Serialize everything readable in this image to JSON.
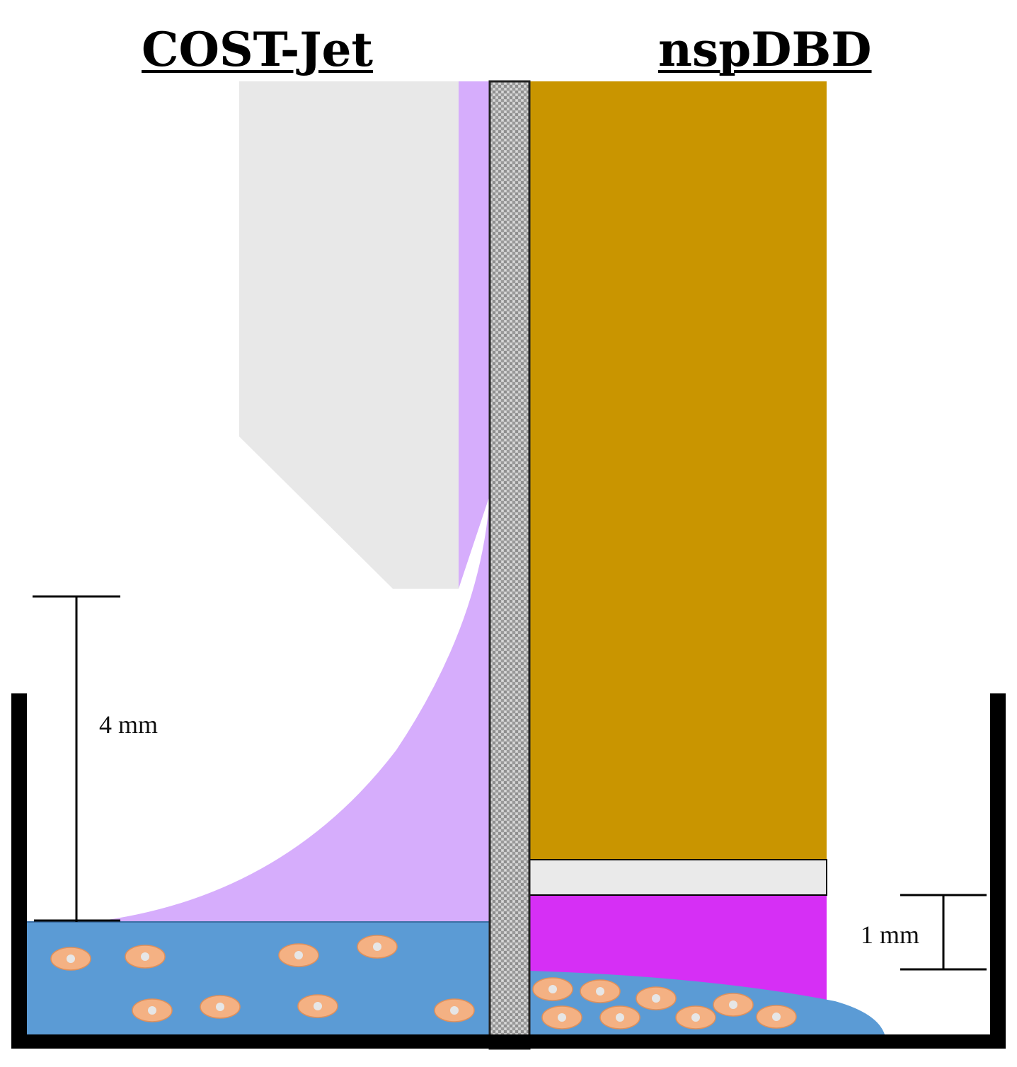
{
  "titles": {
    "left": "COST-Jet",
    "right": "nspDBD"
  },
  "dimensions": {
    "jet_gap": "4 mm",
    "dbd_gap": "1 mm"
  },
  "colors": {
    "jet_housing": "#e8e8e8",
    "jet_plasma": "#d6adfc",
    "divider": "#bdbdbd",
    "dbd_electrode": "#c99500",
    "dbd_dielectric": "#eaeaea",
    "dbd_plasma": "#d62ff5",
    "liquid": "#5b9bd5",
    "cell": "#f4b183",
    "cell_nucleus": "#e6e6e6",
    "dish": "#000000"
  }
}
